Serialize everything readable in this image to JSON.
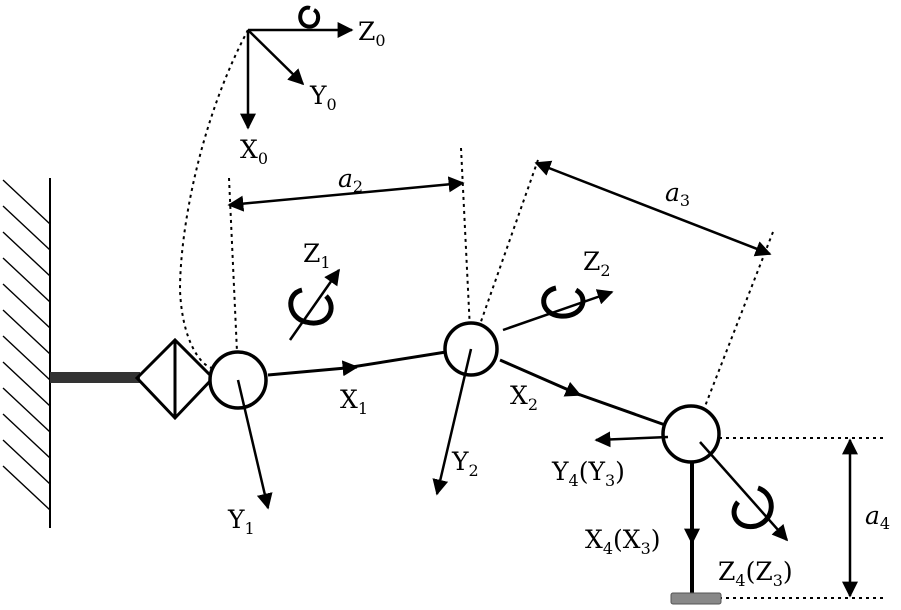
{
  "frames": {
    "z0": {
      "main": "Z",
      "sub": "0"
    },
    "y0": {
      "main": "Y",
      "sub": "0"
    },
    "x0": {
      "main": "X",
      "sub": "0"
    },
    "z1": {
      "main": "Z",
      "sub": "1"
    },
    "x1": {
      "main": "X",
      "sub": "1"
    },
    "y1": {
      "main": "Y",
      "sub": "1"
    },
    "z2": {
      "main": "Z",
      "sub": "2"
    },
    "x2": {
      "main": "X",
      "sub": "2"
    },
    "y2": {
      "main": "Y",
      "sub": "2"
    },
    "y4y3": {
      "main": "Y",
      "sub": "4",
      "paren_main": "(Y",
      "paren_sub": "3",
      "close": ")"
    },
    "x4x3": {
      "main": "X",
      "sub": "4",
      "paren_main": "(X",
      "paren_sub": "3",
      "close": ")"
    },
    "z4z3": {
      "main": "Z",
      "sub": "4",
      "paren_main": "(Z",
      "paren_sub": "3",
      "close": ")"
    }
  },
  "dimensions": {
    "a2": {
      "main": "a",
      "sub": "2"
    },
    "a3": {
      "main": "a",
      "sub": "3"
    },
    "a4": {
      "main": "a",
      "sub": "4"
    }
  },
  "colors": {
    "ink": "#000000",
    "base": "#333333",
    "tool": "#888888"
  }
}
